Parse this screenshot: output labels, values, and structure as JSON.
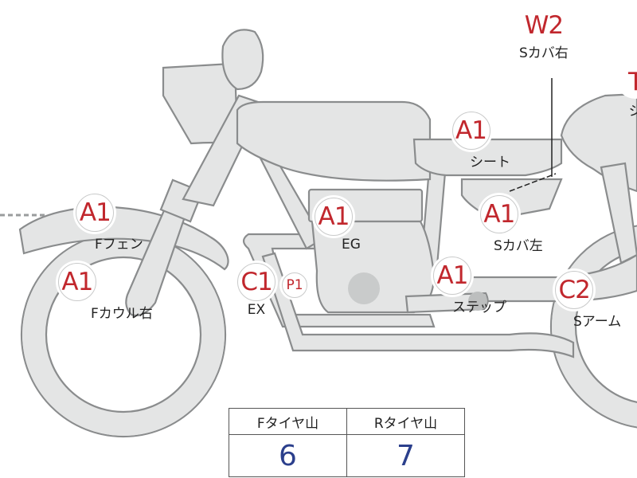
{
  "markers": [
    {
      "id": "w2",
      "code": "W2",
      "label": "Sカバ右"
    },
    {
      "id": "t",
      "code": "T",
      "label": "シ"
    },
    {
      "id": "seat",
      "code": "A1",
      "label": "シート"
    },
    {
      "id": "ffen",
      "code": "A1",
      "label": "Fフェン"
    },
    {
      "id": "eg",
      "code": "A1",
      "label": "EG"
    },
    {
      "id": "scover-left",
      "code": "A1",
      "label": "Sカバ左"
    },
    {
      "id": "fcowl",
      "code": "A1",
      "label": "Fカウル右"
    },
    {
      "id": "ex",
      "code": "C1",
      "label": "EX"
    },
    {
      "id": "p1",
      "code": "P1",
      "label": ""
    },
    {
      "id": "step",
      "code": "A1",
      "label": "ステップ"
    },
    {
      "id": "sarm",
      "code": "C2",
      "label": "Sアーム"
    }
  ],
  "tire_table": {
    "headers": [
      "Fタイヤ山",
      "Rタイヤ山"
    ],
    "values": [
      "6",
      "7"
    ]
  },
  "colors": {
    "part_fill": "#e4e5e5",
    "part_stroke": "#8a8c8d",
    "badge_text": "#c1272d",
    "value_text": "#2b3f8c"
  }
}
